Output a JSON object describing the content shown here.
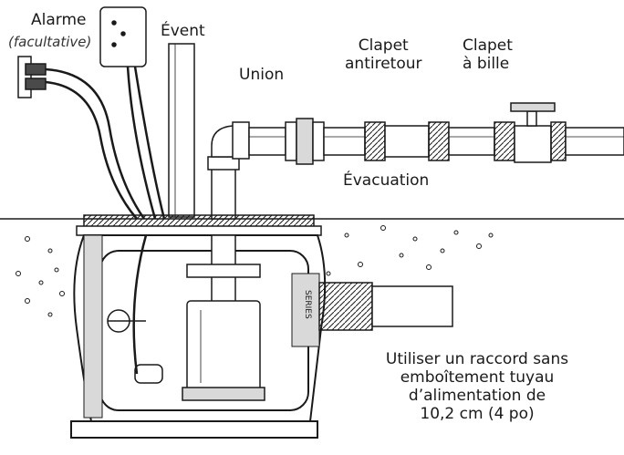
{
  "labels": {
    "alarm": "Alarme",
    "alarm_optional": "(facultative)",
    "vent": "Évent",
    "union": "Union",
    "check_valve_line1": "Clapet",
    "check_valve_line2": "antiretour",
    "ball_valve_line1": "Clapet",
    "ball_valve_line2": "à bille",
    "discharge": "Évacuation",
    "inlet_note": [
      "Utiliser un raccord sans",
      "emboîtement tuyau",
      "d’alimentation de",
      "10,2 cm (4 po)"
    ]
  },
  "basin_text": "SERIES",
  "colors": {
    "ink": "#1a1a1a",
    "fill": "#ffffff",
    "shade": "#d9d9d9",
    "dark": "#4a4a4a"
  },
  "icons": [
    "alarm-box",
    "wall-outlet-plug",
    "vent-pipe",
    "union-fitting",
    "check-valve",
    "ball-valve",
    "elbow-fitting",
    "sewage-basin",
    "pump",
    "float-switch",
    "inlet-pipe"
  ]
}
